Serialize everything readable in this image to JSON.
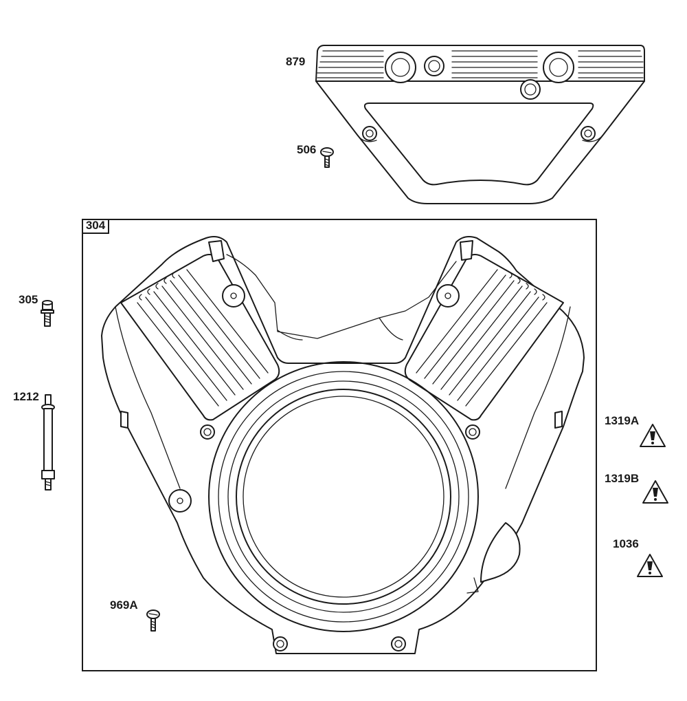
{
  "diagram": {
    "kit_box_label": "304",
    "callouts": {
      "p879": "879",
      "p506": "506",
      "p305": "305",
      "p1212": "1212",
      "p1319A": "1319A",
      "p1319B": "1319B",
      "p1036": "1036",
      "p969A": "969A"
    },
    "warning_icon": "warning-triangle-icon"
  }
}
